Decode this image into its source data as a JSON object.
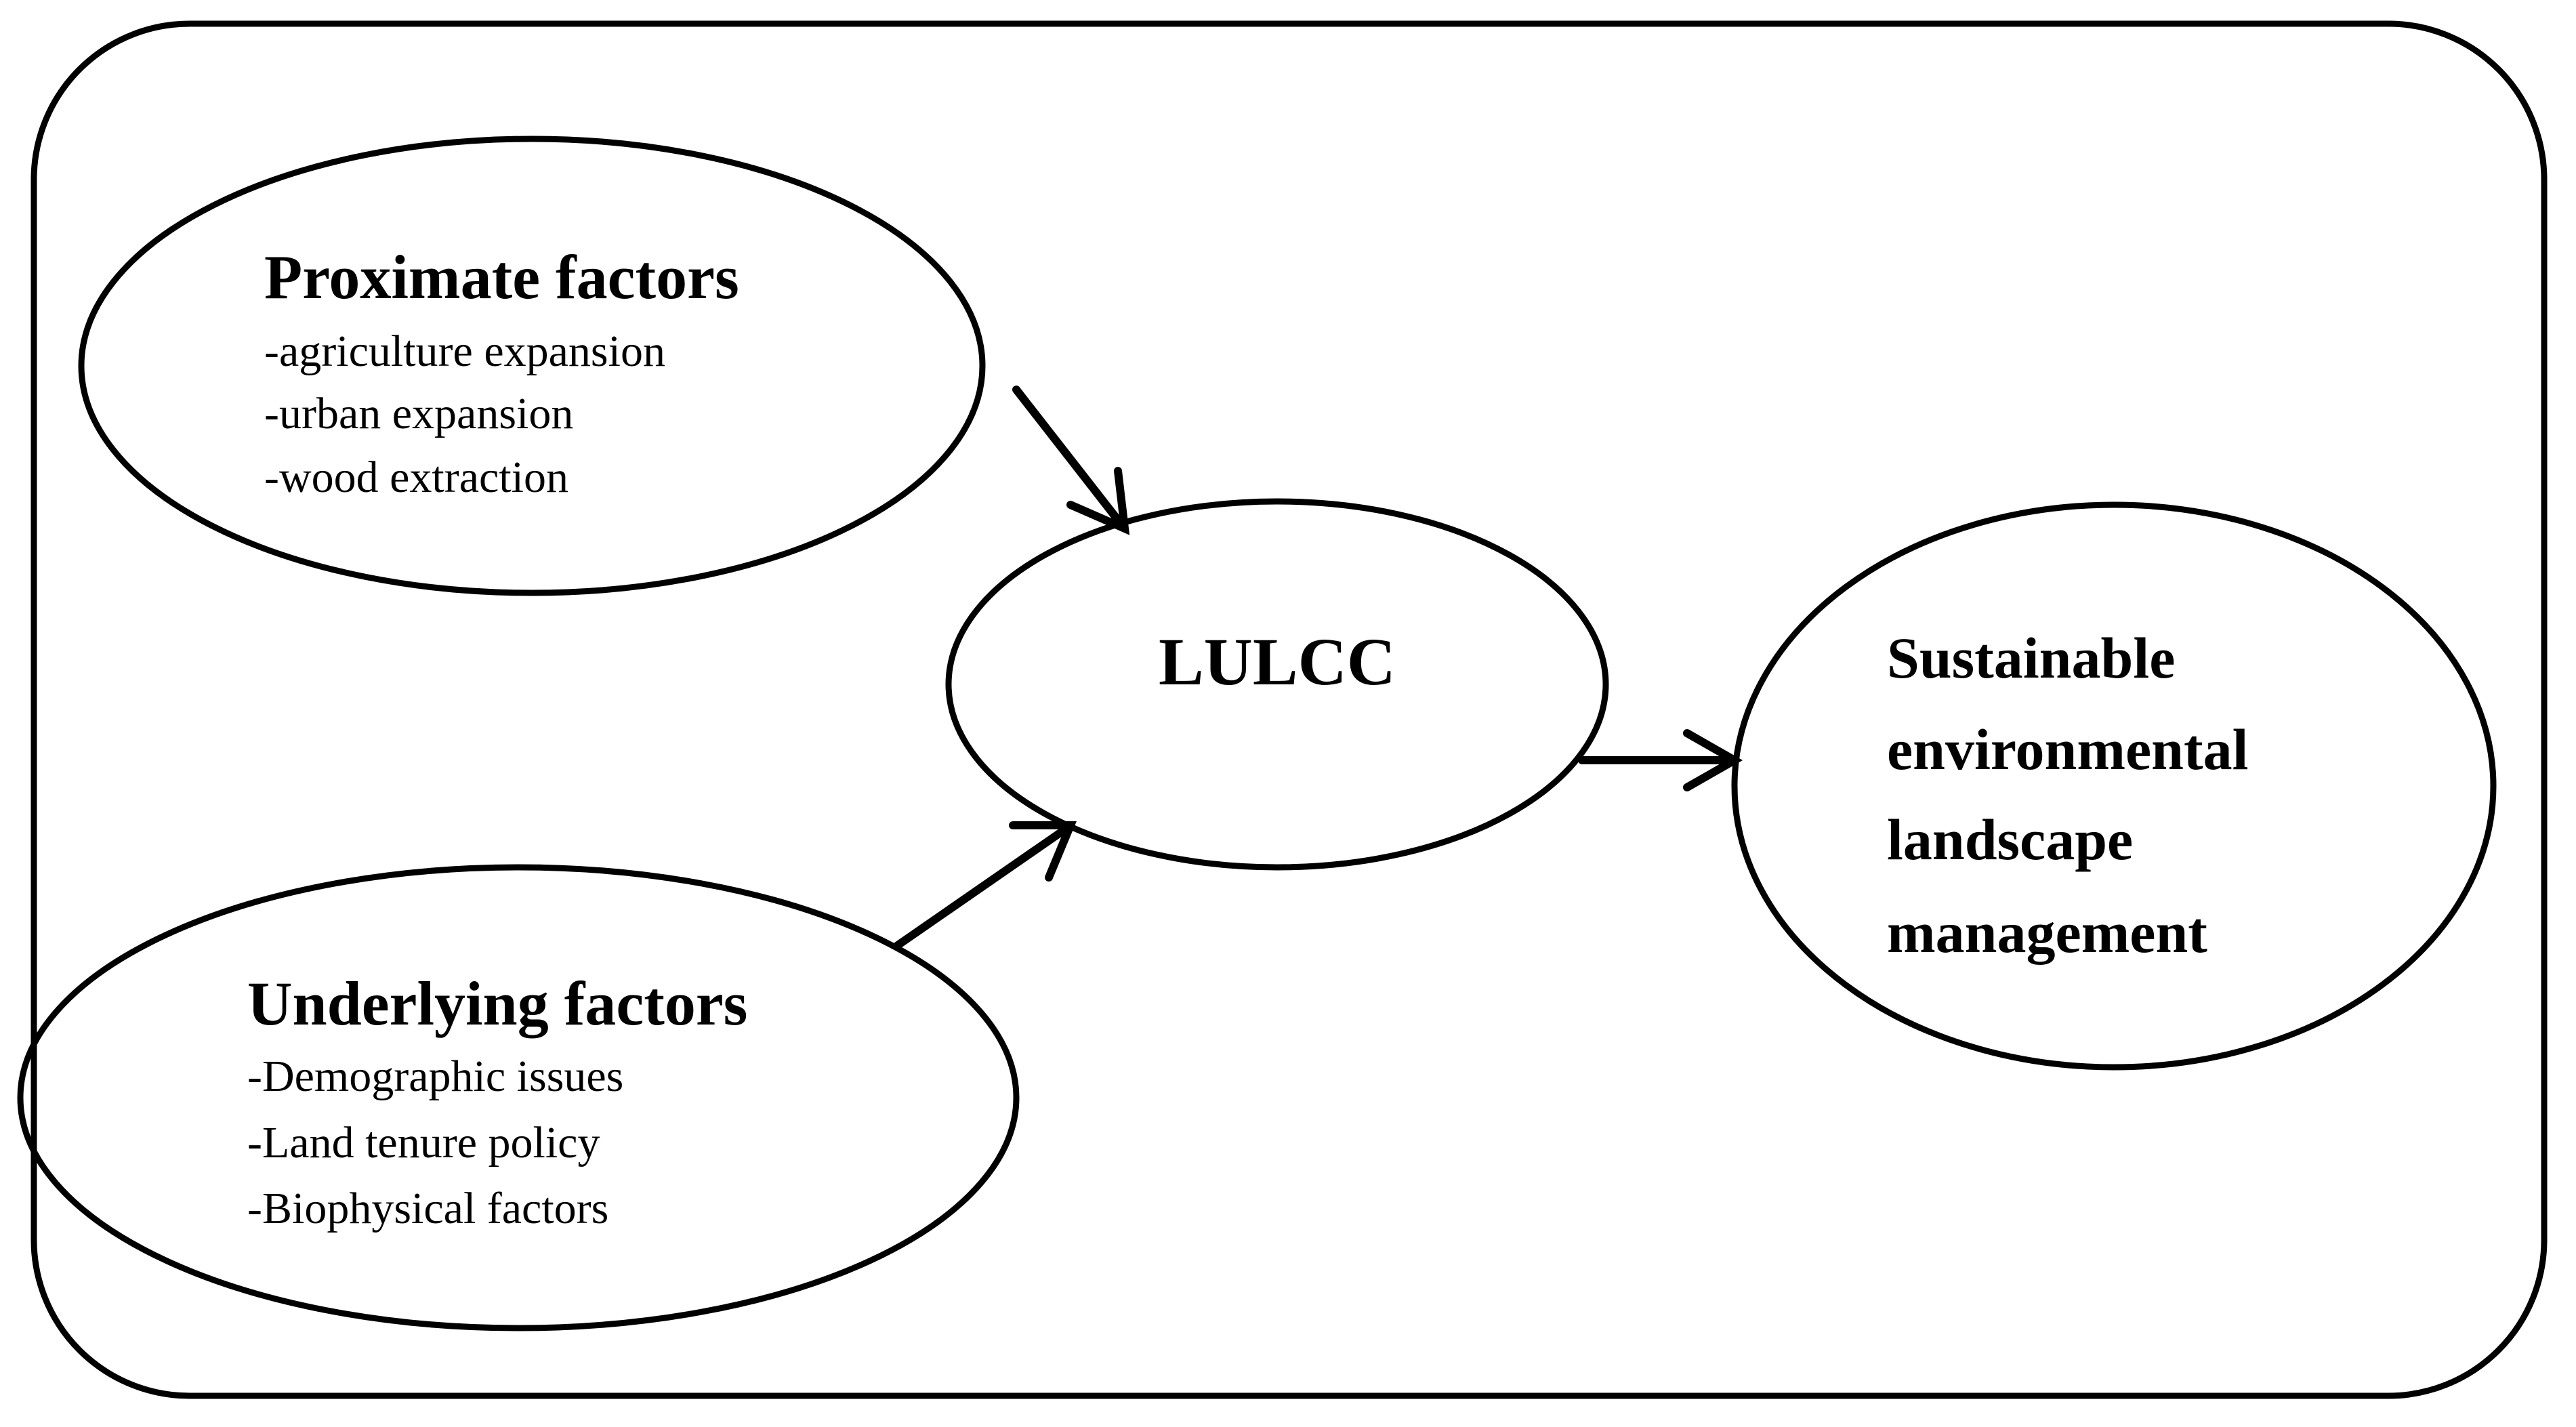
{
  "nodes": {
    "proximate": {
      "title": "Proximate factors",
      "items": [
        "-agriculture expansion",
        "-urban expansion",
        "-wood extraction"
      ]
    },
    "underlying": {
      "title": "Underlying factors",
      "items": [
        "-Demographic issues",
        "-Land tenure policy",
        "-Biophysical factors"
      ]
    },
    "center": {
      "title": "LULCC"
    },
    "outcome": {
      "lines": [
        "Sustainable",
        "environmental",
        "landscape",
        "management"
      ]
    }
  },
  "edges": [
    {
      "from": "proximate",
      "to": "center"
    },
    {
      "from": "underlying",
      "to": "center"
    },
    {
      "from": "center",
      "to": "outcome"
    }
  ]
}
